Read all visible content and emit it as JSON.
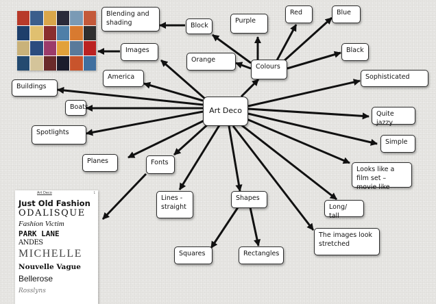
{
  "nodes": {
    "art_deco": "Art Deco",
    "blending": "Blending and shading",
    "block": "Block",
    "purple": "Purple",
    "red": "Red",
    "blue": "Blue",
    "images": "Images",
    "orange": "Orange",
    "colours": "Colours",
    "black": "Black",
    "america": "America",
    "sophisticated": "Sophisticated",
    "buildings": "Buildings",
    "boats": "Boats",
    "quite_jazzy": "Quite jazzy",
    "spotlights": "Spotlights",
    "simple": "Simple",
    "planes": "Planes",
    "fonts": "Fonts",
    "film_set": "Looks like a film set – movie like",
    "lines": "Lines - straight",
    "shapes": "Shapes",
    "long_tall": "Long/ tall",
    "stretched": "The images look stretched",
    "squares": "Squares",
    "rectangles": "Rectangles"
  },
  "font_sheet": {
    "title": "Art Deco",
    "samples": [
      "Just Old Fashion",
      "ODALISQUE",
      "Fashion Victim",
      "PARK LANE",
      "ANDES",
      "MICHELLE",
      "Nouvelle Vague",
      "Bellerose",
      "Rosslyns"
    ]
  },
  "colors": {
    "arrow": "#111111",
    "node_border": "#2b2b2b"
  }
}
